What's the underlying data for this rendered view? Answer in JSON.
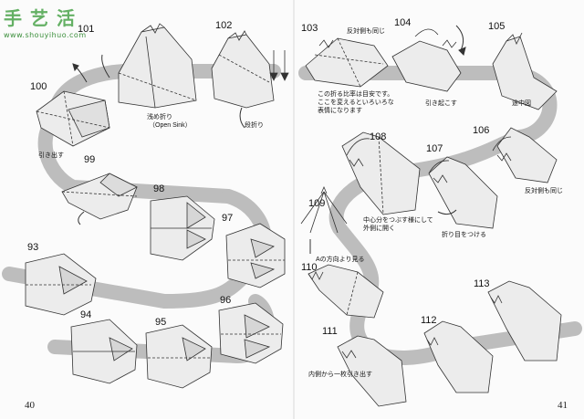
{
  "watermark": {
    "title": "手艺活",
    "url": "www.shouyihuo.com"
  },
  "pages": {
    "left": "40",
    "right": "41"
  },
  "steps": {
    "s93": "93",
    "s94": "94",
    "s95": "95",
    "s96": "96",
    "s97": "97",
    "s98": "98",
    "s99": "99",
    "s100": "100",
    "s101": "101",
    "s102": "102",
    "s103": "103",
    "s104": "104",
    "s105": "105",
    "s106": "106",
    "s107": "107",
    "s108": "108",
    "s109": "109",
    "s110": "110",
    "s111": "111",
    "s112": "112",
    "s113": "113"
  },
  "notes": {
    "pull_out": "引き出す",
    "open_sink_jp": "浅め折り",
    "open_sink_en": "（Open Sink）",
    "step_fold": "段折り",
    "same_other_side": "反対側も同じ",
    "proportion_note_1": "この折る比率は目安です。",
    "proportion_note_2": "ここを変えるといろいろな",
    "proportion_note_3": "表情になります",
    "raise": "引き起こす",
    "midway": "途中図",
    "same_other_side_2": "反対側も同じ",
    "crimp_open_1": "中心分をつぶす様にして",
    "crimp_open_2": "外側に開く",
    "crease": "折り目をつける",
    "view_from_a": "Aの方向より見る",
    "pull_one_layer": "内側から一枚引き出す"
  },
  "colors": {
    "band": "#bdbdbd",
    "paper": "#e6e6e6",
    "line": "#333333",
    "watermark": "#4aa44a"
  }
}
